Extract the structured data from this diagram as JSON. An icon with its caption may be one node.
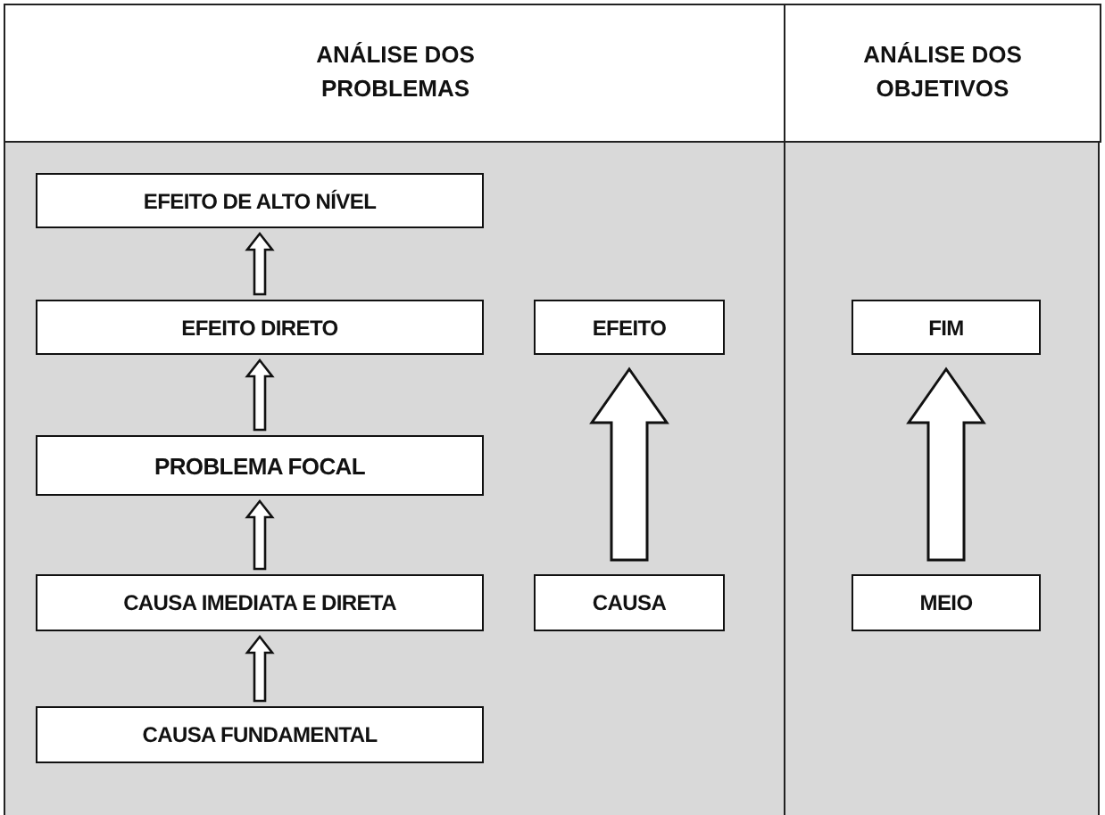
{
  "diagram": {
    "nodes": [
      {
        "text": [
          "EFEITO DE ALTO NÍVEL"
        ]
      },
      {
        "text": [
          "EFEITO DIRETO"
        ]
      },
      {
        "text": [
          "EFEITO"
        ]
      },
      {
        "text": [
          "FIM"
        ]
      },
      {
        "text": [
          "PROBLEMA FOCAL"
        ]
      },
      {
        "text": [
          "CAUSA IMEDIATA E DIRETA"
        ]
      },
      {
        "text": [
          "CAUSA"
        ]
      },
      {
        "text": [
          "MEIO"
        ]
      },
      {
        "text": [
          "CAUSA FUNDAMENTAL"
        ]
      }
    ],
    "edges": [
      {
        "from": 8,
        "to": 5,
        "arrow": "to"
      },
      {
        "from": 5,
        "to": 4,
        "arrow": "to"
      },
      {
        "from": 4,
        "to": 1,
        "arrow": "to"
      },
      {
        "from": 1,
        "to": 0,
        "arrow": "to"
      },
      {
        "from": 6,
        "to": 2,
        "arrow": "to",
        "style": "thick"
      },
      {
        "from": 7,
        "to": 3,
        "arrow": "to",
        "style": "thick"
      }
    ],
    "labels": [
      "ANÁLISE DOS PROBLEMAS",
      "ANÁLISE DOS OBJETIVOS"
    ]
  }
}
